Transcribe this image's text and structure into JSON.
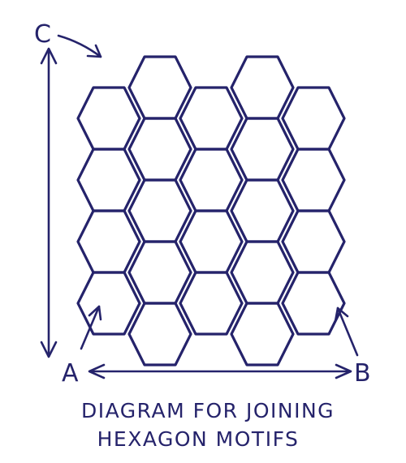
{
  "labels": {
    "a": "A",
    "b": "B",
    "c": "C"
  },
  "caption": {
    "line1": "DIAGRAM FOR JOINING",
    "line2": "HEXAGON MOTIFS"
  },
  "grid": {
    "columns": 5,
    "hexagons_per_column": [
      4,
      5,
      4,
      5,
      4
    ],
    "total_hexagons": 22
  },
  "colors": {
    "ink": "#25236b",
    "paper": "#ffffff"
  }
}
